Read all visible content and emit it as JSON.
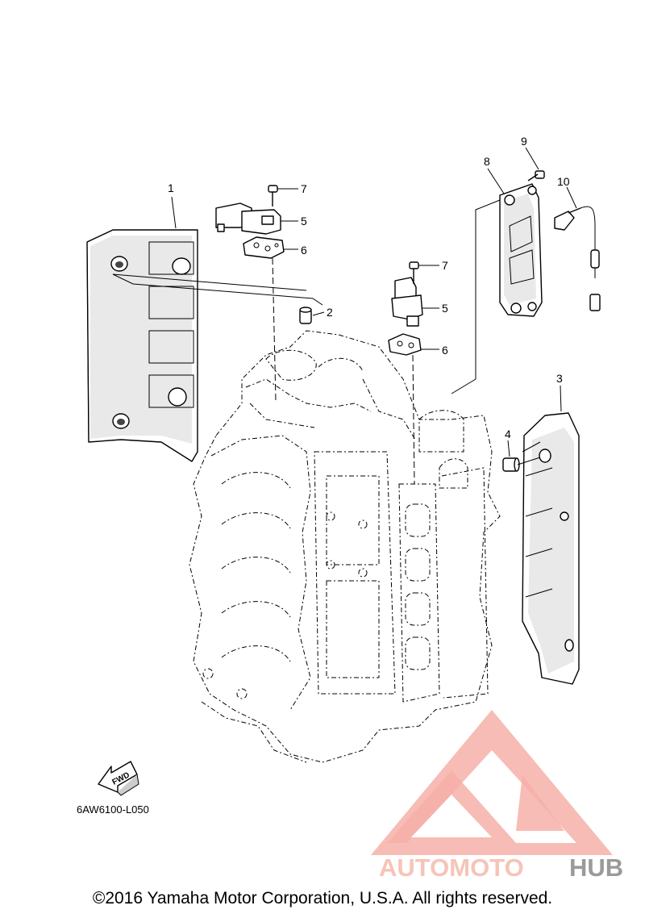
{
  "callouts": [
    "1",
    "2",
    "3",
    "4",
    "5",
    "5",
    "6",
    "6",
    "7",
    "7",
    "8",
    "9",
    "10"
  ],
  "fwd_label": "FWD",
  "diagram_code": "6AW6100-L050",
  "watermark": {
    "brand_left": "AUTOMOTO",
    "brand_right": "HUB",
    "color_left": "#f6c4b8",
    "color_right": "#9a9a9a",
    "logo_color": "#f4a79f"
  },
  "copyright": "©2016 Yamaha Motor Corporation, U.S.A. All rights reserved."
}
